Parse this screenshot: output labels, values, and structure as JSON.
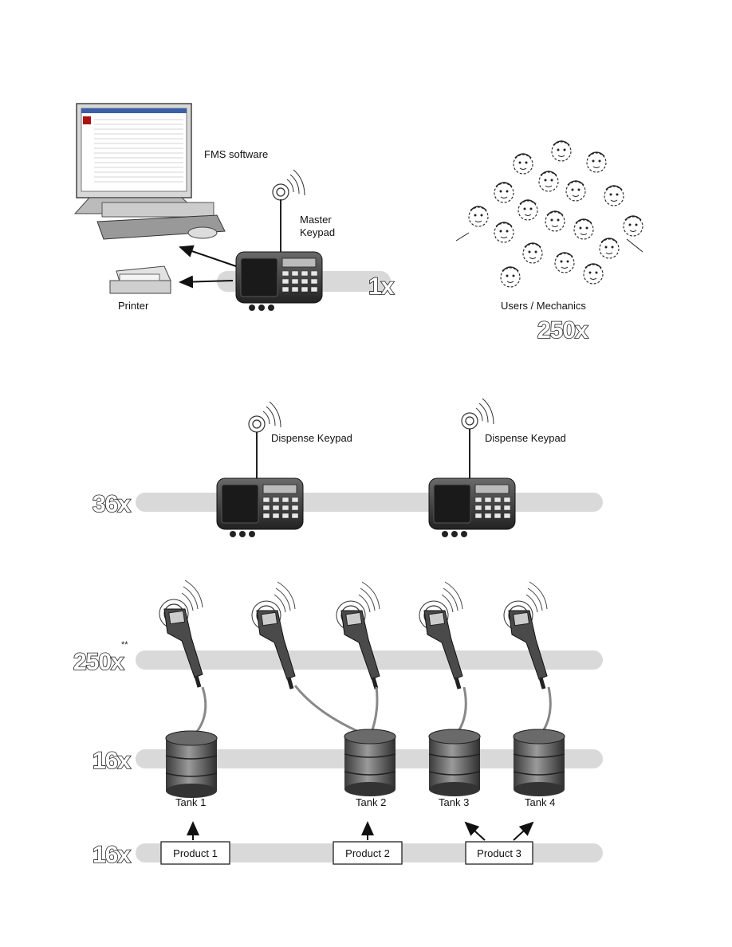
{
  "labels": {
    "fms_software": "FMS software",
    "master_keypad_line1": "Master",
    "master_keypad_line2": "Keypad",
    "printer": "Printer",
    "users_mechanics": "Users / Mechanics",
    "dispense_keypad_left": "Dispense Keypad",
    "dispense_keypad_right": "Dispense Keypad"
  },
  "multipliers": {
    "master": "1x",
    "users": "250x",
    "dispense": "36x",
    "nozzles": "250x",
    "nozzles_note": "**",
    "tanks": "16x",
    "products": "16x"
  },
  "tanks": [
    "Tank 1",
    "Tank 2",
    "Tank 3",
    "Tank 4"
  ],
  "products": [
    "Product 1",
    "Product 2",
    "Product 3"
  ],
  "icons": {
    "computer": "computer-icon",
    "keypad": "keypad-icon",
    "printer": "printer-icon",
    "people": "person-icon",
    "nozzle": "fuel-nozzle-icon",
    "tank": "tank-barrel-icon",
    "signal": "radio-signal-icon"
  }
}
